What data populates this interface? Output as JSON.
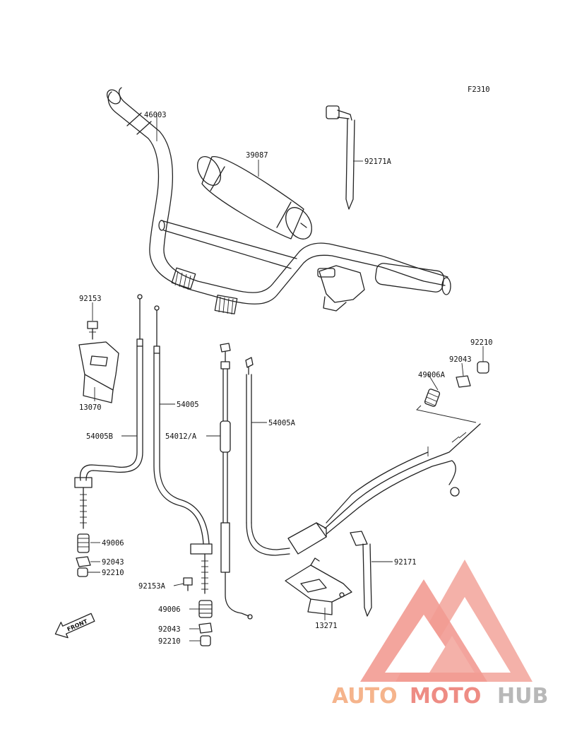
{
  "figure_code": "F2310",
  "callouts": {
    "p46003": "46003",
    "p39087": "39087",
    "p92171A": "92171A",
    "p92153": "92153",
    "p13070": "13070",
    "p54005": "54005",
    "p54005B": "54005B",
    "p54012A": "54012/A",
    "p54005A": "54005A",
    "p92210_top": "92210",
    "p92043_top": "92043",
    "p49006A": "49006A",
    "p49006_left": "49006",
    "p92043_left": "92043",
    "p92210_left": "92210",
    "p92153A": "92153A",
    "p49006_mid": "49006",
    "p92043_mid": "92043",
    "p92210_mid": "92210",
    "p92171": "92171",
    "p13271": "13271"
  },
  "front_arrow_label": "FRONT",
  "watermark": {
    "part1": "AUTO",
    "part2": "MOTO",
    "part3": "HUB",
    "colors": {
      "part1": "#f5b48c",
      "part2": "#ee8c84",
      "part3": "#b8b8b8",
      "logo": "#f08a80"
    }
  }
}
